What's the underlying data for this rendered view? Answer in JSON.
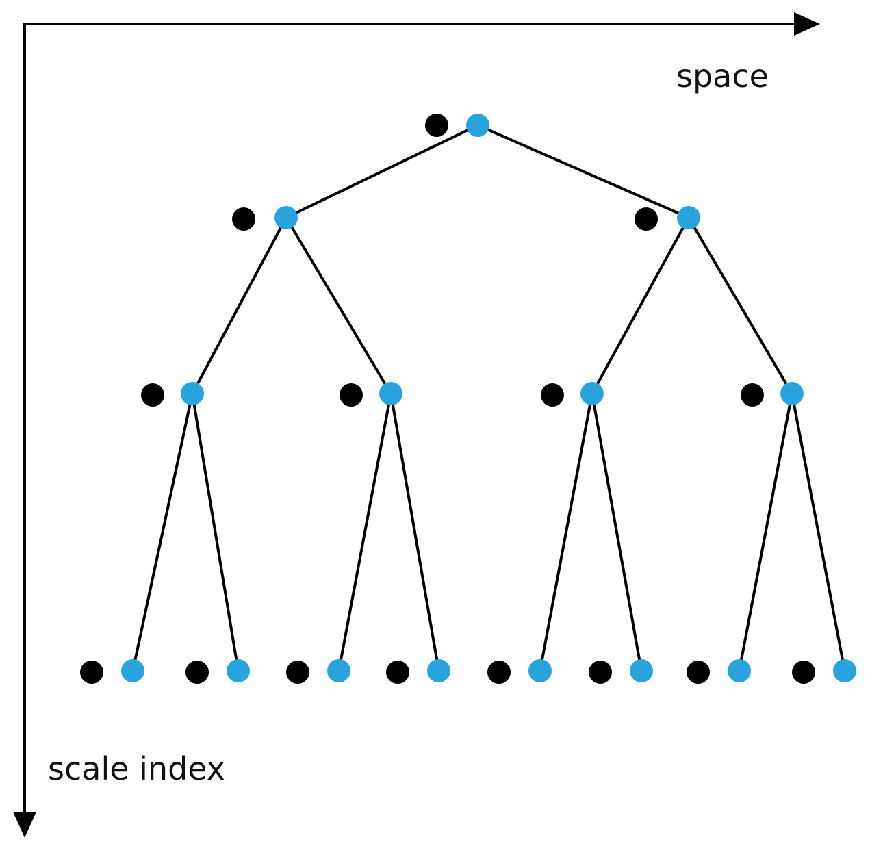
{
  "axes": {
    "horizontal_label": "space",
    "vertical_label": "scale index"
  },
  "colors": {
    "tree_node": "#29a3de",
    "side_node": "#000000",
    "edge": "#000000",
    "axis": "#000000",
    "background": "#ffffff"
  },
  "tree": {
    "levels": 4,
    "branching": 2,
    "nodes_per_level": [
      1,
      2,
      4,
      8
    ]
  }
}
